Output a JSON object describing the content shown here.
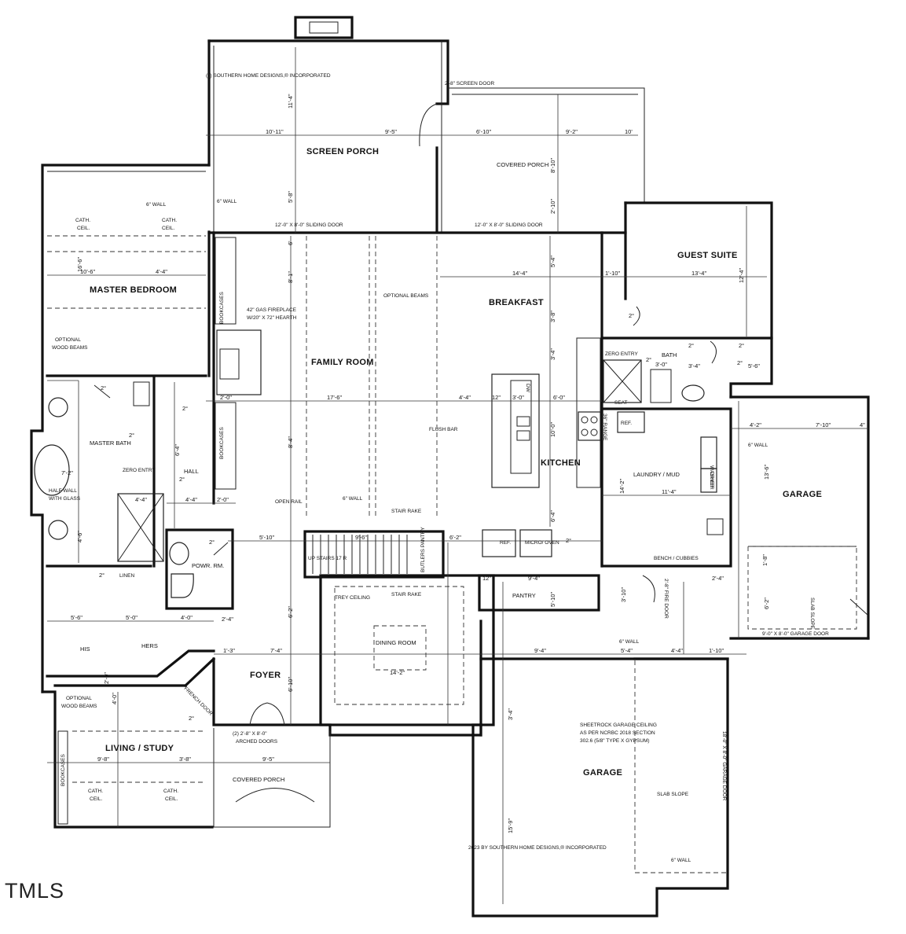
{
  "logo": {
    "text": "TMLS"
  },
  "copyright": {
    "top": "(c) SOUTHERN HOME DESIGNS,® INCORPORATED",
    "bottom": "2023 BY SOUTHERN HOME DESIGNS,® INCORPORATED"
  },
  "rooms": {
    "screen_porch": "SCREEN PORCH",
    "covered_porch_rear": "COVERED PORCH",
    "guest_suite": "GUEST SUITE",
    "master_bedroom": "MASTER BEDROOM",
    "family_room": "FAMILY ROOM",
    "breakfast": "BREAKFAST",
    "kitchen": "KITCHEN",
    "bath": "BATH",
    "laundry": "LAUNDRY / MUD",
    "garage_upper": "GARAGE",
    "master_bath": "MASTER\nBATH",
    "hall": "HALL",
    "powder": "POWR. RM.",
    "his": "HIS",
    "hers": "HERS",
    "pantry": "PANTRY",
    "dining": "DINING ROOM",
    "foyer": "FOYER",
    "living_study": "LIVING / STUDY",
    "covered_porch_front": "COVERED PORCH",
    "garage_lower": "GARAGE"
  },
  "notes": {
    "screen_door": "2'-8\" SCREEN DOOR",
    "wall_6_a": "6\" WALL",
    "wall_6_b": "6\" WALL",
    "wall_6_c": "6\" WALL",
    "wall_6_d": "6\" WALL",
    "wall_6_e": "6\" WALL",
    "wall_6_f": "6\" WALL",
    "cath_ceil_1": "CATH.",
    "cath_ceil_1b": "CEIL.",
    "cath_ceil_2": "CATH.",
    "cath_ceil_2b": "CEIL.",
    "cath_ceil_3": "CATH.",
    "cath_ceil_3b": "CEIL.",
    "cath_ceil_4": "CATH.",
    "cath_ceil_4b": "CEIL.",
    "sliding_door_1": "12'-0\" X 8'-0\" SLIDING DOOR",
    "sliding_door_2": "12'-0\" X 8'-0\" SLIDING DOOR",
    "optional_beams": "OPTIONAL BEAMS",
    "optional_wood_beams_1": "OPTIONAL",
    "optional_wood_beams_1b": "WOOD BEAMS",
    "optional_wood_beams_2": "OPTIONAL",
    "optional_wood_beams_2b": "WOOD BEAMS",
    "fireplace_1": "42\" GAS FIREPLACE",
    "fireplace_2": "W/20\" X 72\" HEARTH",
    "bookcases_1": "BOOKCASES",
    "bookcases_2": "BOOKCASES",
    "bookcases_3": "BOOKCASES",
    "zero_entry_1": "ZERO ENTRY",
    "zero_entry_2": "ZERO ENTRY",
    "seat": "SEAT",
    "flush_bar": "FLUSH BAR",
    "ref_1": "REF.",
    "ref_2": "REF.",
    "micro_oven": "MICRO/ OVEN",
    "washer": "WASHER",
    "dryer": "DRYER",
    "bench_cubbies": "BENCH / CUBBIES",
    "half_wall": "HALF WALL",
    "half_wall_b": "WITH GLASS",
    "open_rail": "OPEN RAIL",
    "stair_rake_1": "STAIR RAKE",
    "stair_rake_2": "STAIR RAKE",
    "up_stairs": "UP STAIRS 17 R",
    "butlers_pantry": "BUTLERS PANTRY",
    "linen": "LINEN",
    "trey_ceiling": "TREY CEILING",
    "french_door": "FRENCH DOOR",
    "arched_doors_1": "(2) 2'-8\" X 8'-0\"",
    "arched_doors_2": "ARCHED DOORS",
    "garage_door_1": "9'-0\" X 8'-0\" GARAGE DOOR",
    "garage_door_2": "18'-0\" X 8'-0\" GARAGE DOOR",
    "slab_slope_1": "SLAB SLOPE",
    "slab_slope_2": "SLAB SLOPE",
    "sheetrock_1": "SHEETROCK GARAGE CEILING",
    "sheetrock_2": "AS PER NCRBC 2018 SECTION",
    "sheetrock_3": "302.6 (5/8\" TYPE X GYPSUM)",
    "fire_door": "2'-8\" FIRE DOOR",
    "range": "36\" RANGE",
    "dw": "DW"
  },
  "dims": {
    "d1": "10'-11\"",
    "d2": "9'-5\"",
    "d3": "6'-10\"",
    "d4": "9'-2\"",
    "d5": "10'",
    "d6": "11'-4\"",
    "d7": "8'-10\"",
    "d8": "2'-10\"",
    "d9": "5'-8\"",
    "d10": "10'-6\"",
    "d11": "4'-4\"",
    "d12": "14'-4\"",
    "d13": "1'-10\"",
    "d14": "13'-4\"",
    "d15": "12'-4\"",
    "d16": "16'-6\"",
    "d17": "8'-1\"",
    "d18": "6'",
    "d19": "5'-4\"",
    "d20": "3'-8\"",
    "d21": "3'-4\"",
    "d22": "17'-6\"",
    "d23": "4'-4\"",
    "d24": "12\"",
    "d25": "3'-0\"",
    "d26": "6'-0\"",
    "d27": "2'-0\"",
    "d28": "4'-2\"",
    "d29": "7'-10\"",
    "d30": "4\"",
    "d31": "13'-6\"",
    "d32": "14'-2\"",
    "d33": "11'-4\"",
    "d34": "10'-0\"",
    "d35": "6'-4\"",
    "d36": "8'-4\"",
    "d37": "4'-4\"",
    "d38": "2'-0\"",
    "d39": "7'-2\"",
    "d40": "4'-4\"",
    "d41": "5'-10\"",
    "d42": "9'-6\"",
    "d43": "6'-2\"",
    "d44": "9'-4\"",
    "d45": "5'-10\"",
    "d46": "5'-6\"",
    "d47": "5'-0\"",
    "d48": "4'-0\"",
    "d49": "2'-4\"",
    "d50": "7'-4\"",
    "d51": "1'-3\"",
    "d52": "14'-2\"",
    "d53": "9'-4\"",
    "d54": "5'-4\"",
    "d55": "4'-4\"",
    "d56": "1'-10\"",
    "d57": "2'-4\"",
    "d58": "6'-2\"",
    "d59": "6'-10\"",
    "d60": "9'-8\"",
    "d61": "3'-8\"",
    "d62": "9'-5\"",
    "d63": "15'-9\"",
    "d64": "3'-4\"",
    "d65": "3'-0\"",
    "d66": "4'-0\"",
    "d67": "6'-2\"",
    "d68": "6'-4\"",
    "d69": "4'-6\"",
    "d70": "2'-0\"",
    "d71": "5'-6\"",
    "d72": "3'-4\"",
    "d73": "3'-10\"",
    "d74": "1'-8\"",
    "d75": "12\""
  },
  "door_tags": [
    "2°",
    "2°",
    "2°",
    "2°",
    "2°",
    "2°",
    "2°",
    "2°",
    "2°",
    "2°",
    "2°",
    "2°",
    "2°"
  ],
  "colors": {
    "ink": "#111111",
    "paper": "#ffffff"
  }
}
